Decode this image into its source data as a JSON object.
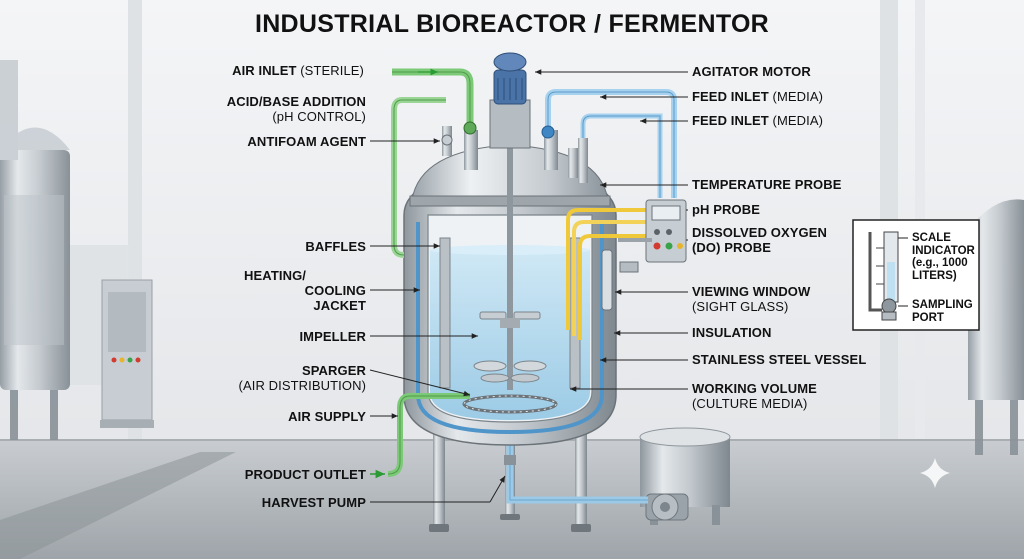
{
  "title": "INDUSTRIAL BIOREACTOR / FERMENTOR",
  "colors": {
    "background": "#eef0f2",
    "floor": "#b8bcc0",
    "steel": "#a9b0b6",
    "liquid": "#bfe0f0",
    "jacket": "#4f95c9",
    "air_line": "#7cc977",
    "feed_line": "#8cc3e8",
    "probe": "#f0c93a",
    "text": "#111111"
  },
  "labels_left": {
    "air_inlet": {
      "main": "AIR INLET",
      "sub": " (STERILE)"
    },
    "acid_base": {
      "main": "ACID/BASE ADDITION",
      "sub": "(pH CONTROL)"
    },
    "antifoam": {
      "main": "ANTIFOAM AGENT"
    },
    "baffles": {
      "main": "BAFFLES"
    },
    "heating_cooling": {
      "line1": "HEATING/",
      "line2": "COOLING",
      "line3": "JACKET"
    },
    "impeller": {
      "main": "IMPELLER"
    },
    "sparger": {
      "main": "SPARGER",
      "sub": "(AIR DISTRIBUTION)"
    },
    "air_supply": {
      "main": "AIR SUPPLY"
    },
    "product_outlet": {
      "main": "PRODUCT OUTLET"
    },
    "harvest_pump": {
      "main": "HARVEST PUMP"
    }
  },
  "labels_right": {
    "agitator_motor": {
      "main": "AGITATOR MOTOR"
    },
    "feed_inlet_1": {
      "main": "FEED INLET",
      "sub": " (MEDIA)"
    },
    "feed_inlet_2": {
      "main": "FEED INLET",
      "sub": " (MEDIA)"
    },
    "temperature_probe": {
      "main": "TEMPERATURE PROBE"
    },
    "ph_probe": {
      "main": "pH PROBE"
    },
    "do_probe": {
      "line1": "DISSOLVED OXYGEN",
      "line2": "(DO) PROBE"
    },
    "viewing_window": {
      "main": "VIEWING WINDOW",
      "sub": "(SIGHT GLASS)"
    },
    "insulation": {
      "main": "INSULATION"
    },
    "stainless_vessel": {
      "main": "STAINLESS STEEL VESSEL"
    },
    "working_volume": {
      "main": "WORKING VOLUME",
      "sub": "(CULTURE MEDIA)"
    }
  },
  "inset": {
    "scale_indicator": {
      "line1": "SCALE",
      "line2": "INDICATOR",
      "line3": "(e.g., 1000",
      "line4": "LITERS)"
    },
    "sampling_port": {
      "line1": "SAMPLING",
      "line2": "PORT"
    }
  }
}
